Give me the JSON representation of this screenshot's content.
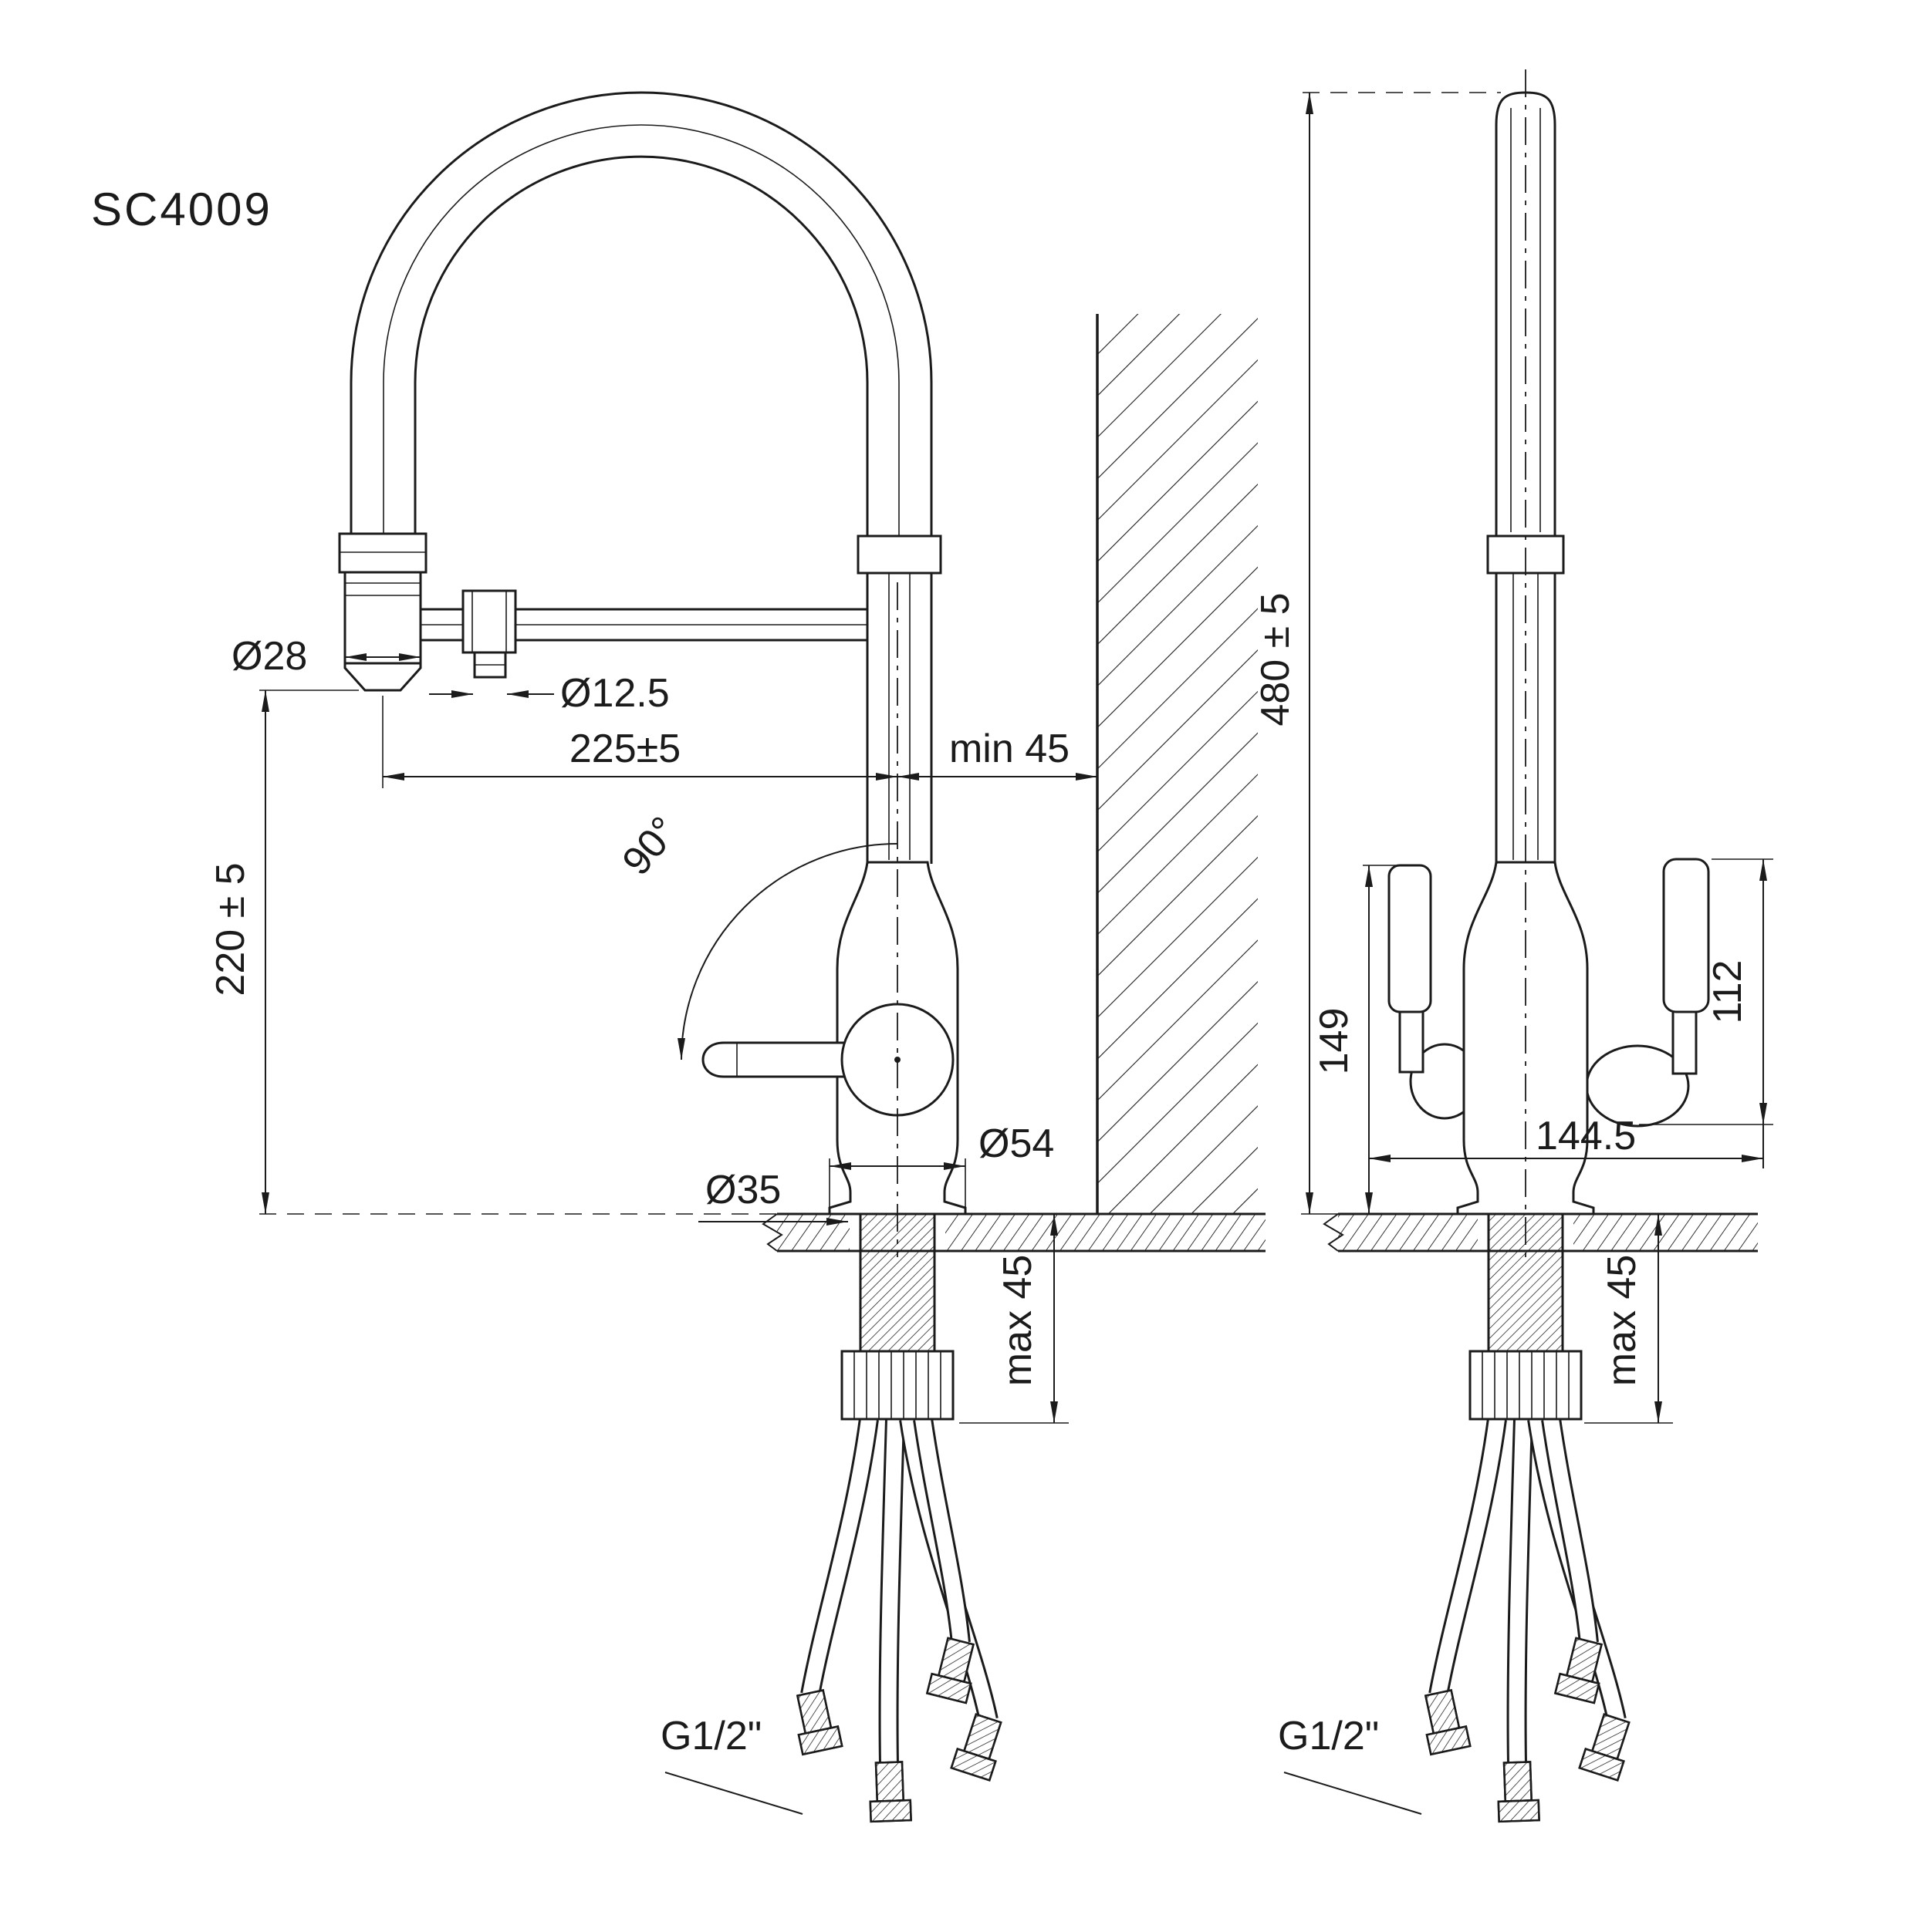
{
  "labels": {
    "model": "SC4009",
    "left": {
      "spray_d": "Ø28",
      "hose_d": "Ø12.5",
      "reach": "225±5",
      "min_wall": "min 45",
      "angle": "90°",
      "height": "220 ± 5",
      "base_d": "Ø54",
      "hole_d": "Ø35",
      "max_counter": "max 45",
      "thread": "G1/2\""
    },
    "right": {
      "total_height": "480 ± 5",
      "handle_left": "149",
      "handle_right": "112",
      "width": "144.5",
      "max_counter": "max 45",
      "thread": "G1/2\""
    }
  },
  "drawing": {
    "line_color": "#1b1b1b",
    "background": "#ffffff",
    "views": [
      "front-view-with-wall-section",
      "side-view"
    ]
  }
}
